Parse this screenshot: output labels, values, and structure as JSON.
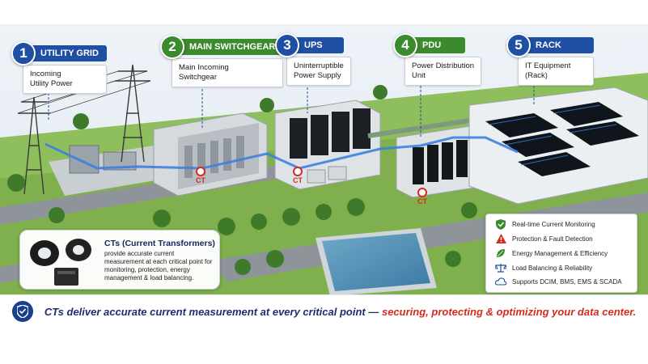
{
  "steps": [
    {
      "number": "1",
      "label": "UTILITY GRID",
      "desc_line1": "Incoming",
      "desc_line2": "Utility Power"
    },
    {
      "number": "2",
      "label": "MAIN SWITCHGEAR",
      "desc_line1": "Main Incoming",
      "desc_line2": "Switchgear"
    },
    {
      "number": "3",
      "label": "UPS",
      "desc_line1": "Uninterruptible",
      "desc_line2": "Power Supply"
    },
    {
      "number": "4",
      "label": "PDU",
      "desc_line1": "Power Distribution",
      "desc_line2": "Unit"
    },
    {
      "number": "5",
      "label": "RACK",
      "desc_line1": "IT Equipment",
      "desc_line2": "(Rack)"
    }
  ],
  "ct_label": "CT",
  "ct_info": {
    "title": "CTs (Current Transformers)",
    "body": "provide accurate current measurement at each critical point for monitoring, protection, energy management & load balancing."
  },
  "benefits": [
    {
      "label": "Real-time Current Monitoring",
      "icon": "shield-check-icon"
    },
    {
      "label": "Protection & Fault Detection",
      "icon": "warning-icon"
    },
    {
      "label": "Energy Management & Efficiency",
      "icon": "leaf-icon"
    },
    {
      "label": "Load Balancing & Reliability",
      "icon": "scale-icon"
    },
    {
      "label": "Supports DCIM, BMS, EMS & SCADA",
      "icon": "cloud-icon"
    }
  ],
  "banner": {
    "text_main": "CTs deliver accurate current measurement at every critical point —",
    "text_highlight": "securing, protecting & optimizing your data center."
  },
  "colors": {
    "blue": "#1f4fa3",
    "green": "#3b8a2e",
    "ct_red": "#d52b1e",
    "power_line": "#3d7fe0",
    "navy": "#1a2f6e"
  }
}
